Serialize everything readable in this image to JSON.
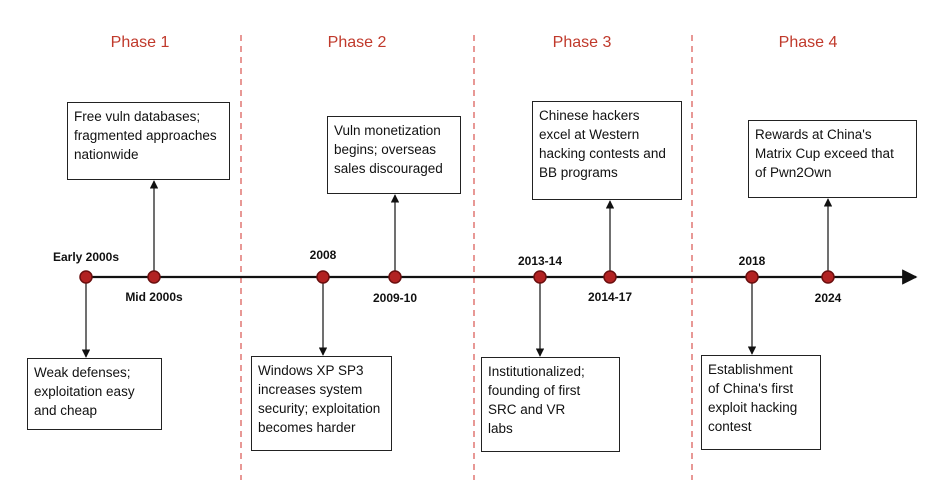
{
  "phases": [
    {
      "label": "Phase 1"
    },
    {
      "label": "Phase 2"
    },
    {
      "label": "Phase 3"
    },
    {
      "label": "Phase 4"
    }
  ],
  "events": [
    {
      "year": "Early 2000s",
      "note": [
        "Weak defenses;",
        "exploitation easy",
        "and cheap"
      ]
    },
    {
      "year": "Mid 2000s",
      "note": [
        "Free vuln databases;",
        "fragmented approaches",
        "nationwide"
      ]
    },
    {
      "year": "2008",
      "note": [
        "Windows XP SP3",
        "increases system",
        "security; exploitation",
        "becomes harder"
      ]
    },
    {
      "year": "2009-10",
      "note": [
        "Vuln monetization",
        "begins; overseas",
        "sales discouraged"
      ]
    },
    {
      "year": "2013-14",
      "note": [
        "Institutionalized;",
        "founding of first",
        "SRC and VR",
        "labs"
      ]
    },
    {
      "year": "2014-17",
      "note": [
        "Chinese hackers",
        "excel at Western",
        "hacking contests and",
        "BB programs"
      ]
    },
    {
      "year": "2018",
      "note": [
        "Establishment",
        "of China's first",
        "exploit hacking",
        "contest"
      ]
    },
    {
      "year": "2024",
      "note": [
        "Rewards at China's",
        "Matrix Cup exceed that",
        "of Pwn2Own"
      ]
    }
  ],
  "colors": {
    "phase_text": "#c0392b",
    "divider": "#d9534f",
    "marker_fill": "#b22222",
    "marker_stroke": "#6b0f0f",
    "axis": "#111111"
  }
}
